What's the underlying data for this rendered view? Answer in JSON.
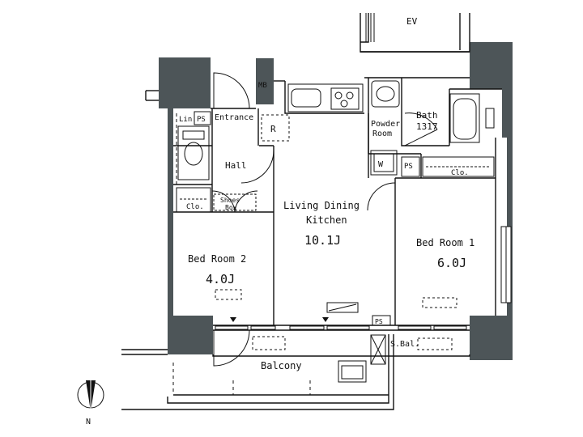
{
  "rooms": {
    "ldk": {
      "label": "Living Dining",
      "label2": "Kitchen",
      "size": "10.1J"
    },
    "bed1": {
      "label": "Bed Room 1",
      "size": "6.0J"
    },
    "bed2": {
      "label": "Bed Room 2",
      "size": "4.0J"
    },
    "entrance": "Entrance",
    "hall": "Hall",
    "powder": {
      "line1": "Powder",
      "line2": "Room"
    },
    "bath": {
      "line1": "Bath",
      "line2": "1317"
    },
    "balcony": "Balcony",
    "s_bal": "S.Bal.",
    "ev": "EV",
    "shoes": {
      "line1": "Shoes",
      "line2": "Box"
    }
  },
  "abbr": {
    "lin": "Lin.",
    "ps1": "PS",
    "ps2": "PS",
    "ps3": "PS",
    "mb": "MB",
    "r": "R",
    "w": "W",
    "clo_bath": "Clo.",
    "clo_left": "Clo."
  },
  "compass": {
    "north": "N"
  },
  "colors": {
    "wall": "#4d5558",
    "line": "#111111",
    "bg": "#ffffff"
  }
}
